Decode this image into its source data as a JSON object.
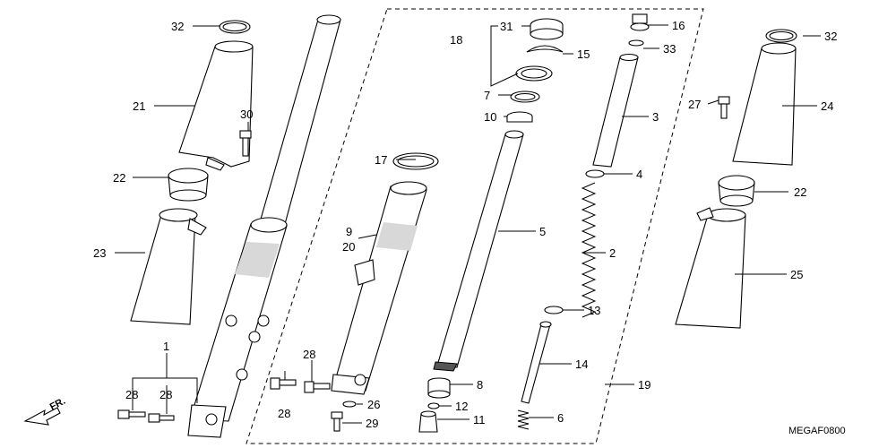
{
  "diagram_code": "MEGAF0800",
  "direction_label": "FR.",
  "callouts": {
    "c1": "1",
    "c2": "2",
    "c3": "3",
    "c4": "4",
    "c5": "5",
    "c6": "6",
    "c7": "7",
    "c8": "8",
    "c9": "9",
    "c10": "10",
    "c11": "11",
    "c12": "12",
    "c13": "13",
    "c14": "14",
    "c15": "15",
    "c16": "16",
    "c17": "17",
    "c18": "18",
    "c19": "19",
    "c20": "20",
    "c21": "21",
    "c22": "22",
    "c23": "23",
    "c24": "24",
    "c25": "25",
    "c26": "26",
    "c27": "27",
    "c28": "28",
    "c29": "29",
    "c30": "30",
    "c31": "31",
    "c32": "32",
    "c33": "33"
  }
}
